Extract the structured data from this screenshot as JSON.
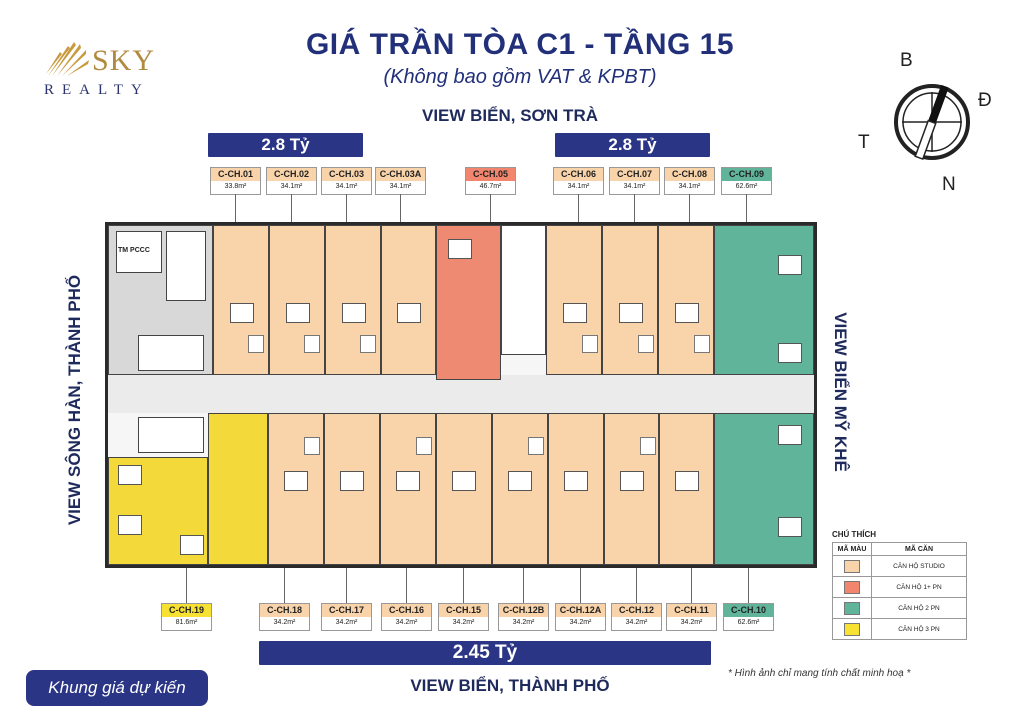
{
  "logo": {
    "brand": "SKY",
    "tagline": "REALTY"
  },
  "header": {
    "title": "GIÁ TRẦN TÒA C1 - TẦNG 15",
    "subtitle": "(Không bao gồm VAT & KPBT)"
  },
  "views": {
    "top": "VIEW BIỂN, SƠN TRÀ",
    "bottom": "VIEW BIỂN, THÀNH PHỐ",
    "left": "VIEW SÔNG HÀN, THÀNH PHỐ",
    "right": "VIEW BIỂN MỸ KHÊ"
  },
  "prices": {
    "top_left": "2.8 Tỷ",
    "top_right": "2.8 Tỷ",
    "bottom": "2.45 Tỷ"
  },
  "compass": {
    "north_top": "B",
    "east": "Đ",
    "west": "T",
    "south_bottom": "N"
  },
  "plan_labels": {
    "stair_room": "TM PCCC"
  },
  "units_top": [
    {
      "code": "C-CH.01",
      "area": "33.8m²",
      "type": "studio"
    },
    {
      "code": "C-CH.02",
      "area": "34.1m²",
      "type": "studio"
    },
    {
      "code": "C-CH.03",
      "area": "34.1m²",
      "type": "studio"
    },
    {
      "code": "C-CH.03A",
      "area": "34.1m²",
      "type": "studio"
    },
    {
      "code": "C-CH.05",
      "area": "46.7m²",
      "type": "onebr"
    },
    {
      "code": "C-CH.06",
      "area": "34.1m²",
      "type": "studio"
    },
    {
      "code": "C-CH.07",
      "area": "34.1m²",
      "type": "studio"
    },
    {
      "code": "C-CH.08",
      "area": "34.1m²",
      "type": "studio"
    },
    {
      "code": "C-CH.09",
      "area": "62.6m²",
      "type": "twobr"
    }
  ],
  "units_bottom": [
    {
      "code": "C-CH.19",
      "area": "81.6m²",
      "type": "threebr"
    },
    {
      "code": "C-CH.18",
      "area": "34.2m²",
      "type": "studio"
    },
    {
      "code": "C-CH.17",
      "area": "34.2m²",
      "type": "studio"
    },
    {
      "code": "C-CH.16",
      "area": "34.2m²",
      "type": "studio"
    },
    {
      "code": "C-CH.15",
      "area": "34.2m²",
      "type": "studio"
    },
    {
      "code": "C-CH.12B",
      "area": "34.2m²",
      "type": "studio"
    },
    {
      "code": "C-CH.12A",
      "area": "34.2m²",
      "type": "studio"
    },
    {
      "code": "C-CH.12",
      "area": "34.2m²",
      "type": "studio"
    },
    {
      "code": "C-CH.11",
      "area": "34.2m²",
      "type": "studio"
    },
    {
      "code": "C-CH.10",
      "area": "62.6m²",
      "type": "twobr"
    }
  ],
  "legend": {
    "title": "CHÚ THÍCH",
    "col_color": "MÃ MÀU",
    "col_type": "MÃ CĂN",
    "items": [
      {
        "label": "CĂN HỘ STUDIO",
        "color": "#f9d3a9"
      },
      {
        "label": "CĂN HỘ 1+ PN",
        "color": "#f2856e"
      },
      {
        "label": "CĂN HỘ 2 PN",
        "color": "#5fb49a"
      },
      {
        "label": "CĂN HỘ 3 PN",
        "color": "#f7e132"
      }
    ]
  },
  "footer": {
    "note": "* Hình ảnh chỉ mang tính chất minh hoạ *",
    "button": "Khung giá dự kiến"
  },
  "colors": {
    "navy": "#2b3585",
    "studio": "#f9d3a9",
    "onebr": "#f2856e",
    "twobr": "#5fb49a",
    "threebr": "#f7e132"
  }
}
